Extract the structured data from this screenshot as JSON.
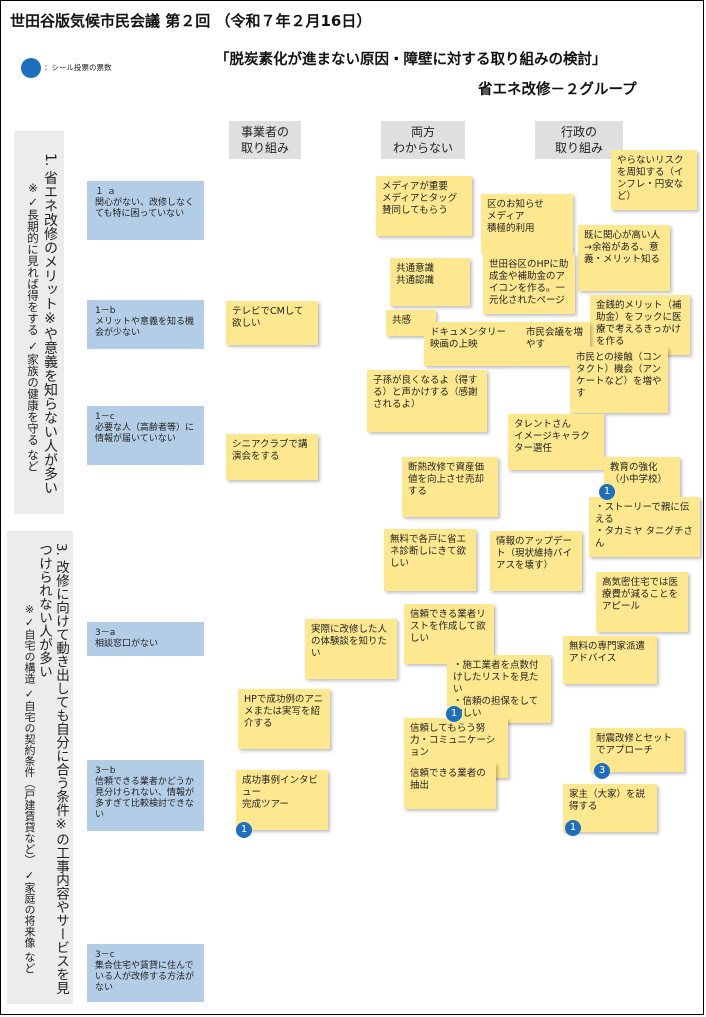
{
  "header": {
    "title": "世田谷版気候市民会議 第２回 （令和７年２月16日）",
    "subtitle": "「脱炭素化が進まない原因・障壁に対する取り組みの検討」",
    "group": "省エネ改修－２グループ",
    "legend": "：シール投票の票数",
    "legend_color": "#1f6fbf"
  },
  "columns": {
    "business": "事業者の\n取り組み",
    "both": "両方\nわからない",
    "admin": "行政の\n取り組み"
  },
  "sections": {
    "s1_title": "1. 省エネ改修のメリット※や意義を知らない人が多い",
    "s1_note": "※✓長期的に見れば得をする ✓家族の健康を守る など",
    "s3_title": "3. 改修に向けて動き出しても自分に合う条件※の工事内容やサービスを見つけられない人が多い",
    "s3_note": "※✓自宅の構造 ✓自宅の契約条件（戸建賃貸など） ✓家庭の将来像 など"
  },
  "issues": {
    "i1a": "１ ａ\n関心がない、改修しなくても特に困っていない",
    "i1b": "1－b\nメリットや意義を知る機会が少ない",
    "i1c": "1－c\n必要な人（高齢者等）に情報が届いていない",
    "i3a": "3－a\n相談窓口がない",
    "i3b": "3－b\n信頼できる業者かどうか見分けられない、情報が多すぎて比較検討できない",
    "i3c": "3－c\n集合住宅や賃貸に住んでいる人が改修する方法がない"
  },
  "notes": {
    "n01": "やらないリスクを周知する（インフレ・円安など）",
    "n02": "メディアが重要\nメディアとタッグ\n賛同してもらう",
    "n03": "区のお知らせ\nメディア\n積極的利用",
    "n04": "既に関心が高い人→余裕がある、意義・メリット知る",
    "n05": "世田谷区のHPに助成金や補助金のアイコンを作る。一元化されたページ",
    "n06": "共通意識\n共通認識",
    "n07": "共感",
    "n08": "テレビでCMして欲しい",
    "n09": "金銭的メリット（補助金）をフックに医療で考えるきっかけを作る",
    "n10": "ドキュメンタリー映画の上映",
    "n11": "市民会議を増やす",
    "n12": "市民との接触（コンタクト）機会（アンケートなど）を増やす",
    "n13": "子孫が良くなるよ（得する）と声かけする（感謝されるよ）",
    "n14": "タレントさん\nイメージキャラクター選任",
    "n15": "シニアクラブで講演会をする",
    "n16": "教育の強化（小中学校）",
    "n17": "断熱改修で資産価値を向上させ売却する",
    "n18": "・ストーリーで親に伝える\n・タカミヤ タニグチさん",
    "n19": "無料で各戸に省エネ診断しにきて欲しい",
    "n20": "情報のアップデート（現状維持バイアスを壊す）",
    "n21": "高気密住宅では医療費が減ることをアピール",
    "n22": "実際に改修した人の体験談を知りたい",
    "n23": "信頼できる業者リストを作成して欲しい",
    "n24": "無料の専門家派遣アドバイス",
    "n25": "・施工業者を点数付けしたリストを見たい\n・信頼の担保をして欲しい",
    "n26": "HPで成功例のアニメまたは実写を紹介する",
    "n27": "信頼してもらう努力・コミュニケーション",
    "n28": "耐震改修とセットでアプローチ",
    "n29": "成功事例インタビュー\n完成ツアー",
    "n30": "信頼できる業者の抽出",
    "n31": "家主（大家）を説得する"
  },
  "votes": {
    "v16": "1",
    "v25": "1",
    "v28": "3",
    "v29": "1",
    "v31": "1"
  }
}
